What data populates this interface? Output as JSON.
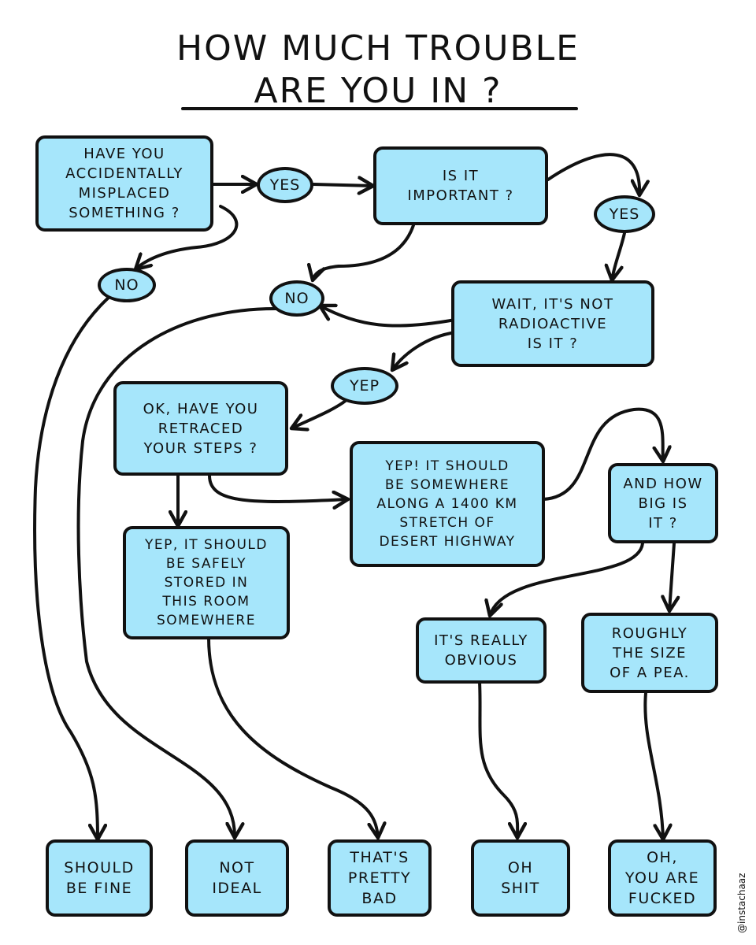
{
  "title": {
    "line1": "How Much Trouble",
    "line2": "Are you in ?"
  },
  "nodes": {
    "misplaced": "Have you\naccidentally\nmisplaced\nsomething ?",
    "important": "Is it\nimportant ?",
    "radioactive": "Wait, it's not\nradioactive\nis it ?",
    "retraced": "Ok, have you\nretraced\nyour steps ?",
    "desert": "Yep! It should\nbe somewhere\nalong a 1400 km\nstretch of\ndesert highway",
    "how_big": "And how\nbig is\nit ?",
    "room": "Yep, it should\nbe safely\nstored in\nthis room\nsomewhere",
    "obvious": "It's really\nobvious",
    "pea": "Roughly\nthe size\nof a pea."
  },
  "answers": {
    "yes_1": "Yes",
    "yes_2": "Yes",
    "no_1": "No",
    "no_2": "No",
    "yep": "Yep"
  },
  "outcomes": {
    "fine": "Should\nbe fine",
    "not_ideal": "Not\nideal",
    "pretty_bad": "That's\npretty\nbad",
    "oh_shit": "Oh\nshit",
    "fucked": "Oh,\nyou are\nfucked"
  },
  "credit": "@instachaaz",
  "colors": {
    "box_fill": "#a6e6fb",
    "stroke": "#111111"
  }
}
